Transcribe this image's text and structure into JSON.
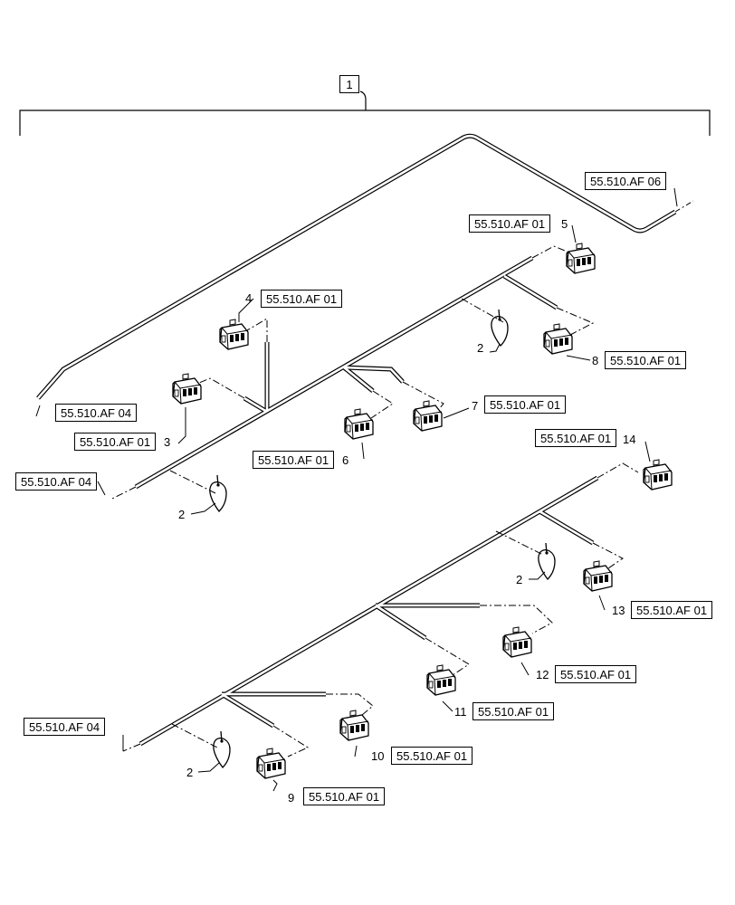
{
  "assembly_item": "1",
  "references": {
    "af06": "55.510.AF 06",
    "af04_top": "55.510.AF 04",
    "af04_mid": "55.510.AF 04",
    "af04_bottom": "55.510.AF 04",
    "af01_c3": "55.510.AF 01",
    "af01_c4": "55.510.AF 01",
    "af01_c5": "55.510.AF 01",
    "af01_c6": "55.510.AF 01",
    "af01_c7": "55.510.AF 01",
    "af01_c8": "55.510.AF 01",
    "af01_c9": "55.510.AF 01",
    "af01_c10": "55.510.AF 01",
    "af01_c11": "55.510.AF 01",
    "af01_c12": "55.510.AF 01",
    "af01_c13": "55.510.AF 01",
    "af01_c14": "55.510.AF 01"
  },
  "item_numbers": {
    "tie_a": "2",
    "tie_b": "2",
    "tie_c": "2",
    "tie_d": "2",
    "c3": "3",
    "c4": "4",
    "c5": "5",
    "c6": "6",
    "c7": "7",
    "c8": "8",
    "c9": "9",
    "c10": "10",
    "c11": "11",
    "c12": "12",
    "c13": "13",
    "c14": "14"
  }
}
